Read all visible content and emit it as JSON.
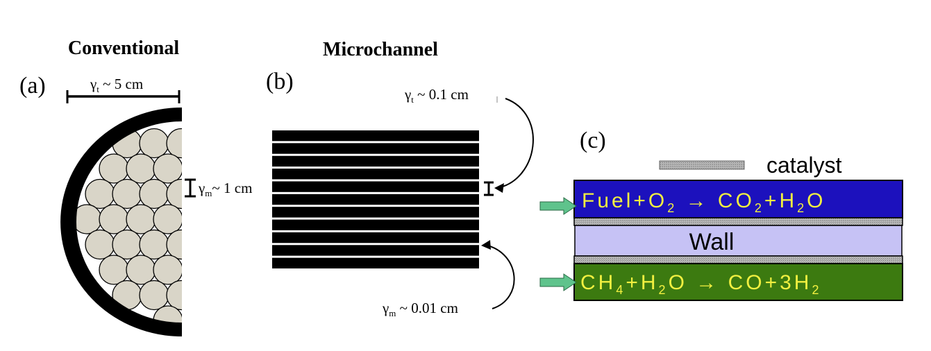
{
  "panel_a": {
    "heading": "Conventional",
    "letter": "(a)",
    "dim_rt": {
      "sym": "γ",
      "sub": "t",
      "rest": " ~ 5 cm"
    },
    "dim_rm": {
      "sym": "γ",
      "sub": "m",
      "rest": "~ 1 cm"
    }
  },
  "panel_b": {
    "heading": "Microchannel",
    "letter": "(b)",
    "dim_rt": {
      "sym": "γ",
      "sub": "t",
      "rest": " ~ 0.1 cm"
    },
    "dim_rm": {
      "sym": "γ",
      "sub": "m",
      "rest": " ~ 0.01 cm"
    },
    "channel_count": 11
  },
  "panel_c": {
    "letter": "(c)",
    "catalyst_label": "catalyst",
    "wall_label": "Wall",
    "top_reaction": {
      "parts": [
        {
          "t": "Fuel+O"
        },
        {
          "s": "2"
        },
        {
          "t": " → CO"
        },
        {
          "s": "2"
        },
        {
          "t": "+H"
        },
        {
          "s": "2"
        },
        {
          "t": "O"
        }
      ]
    },
    "bottom_reaction": {
      "parts": [
        {
          "t": "CH"
        },
        {
          "s": "4"
        },
        {
          "t": "+H"
        },
        {
          "s": "2"
        },
        {
          "t": "O → CO+3H"
        },
        {
          "s": "2"
        }
      ]
    }
  },
  "colors": {
    "particle_fill": "#d9d5c8",
    "top_channel": "#1c11bd",
    "wall": "#c6c2f5",
    "bottom_channel": "#3c7a10",
    "reaction_text": "#f2f040",
    "arrow": "#5fc38c",
    "catalyst": "#a8a8a8"
  }
}
